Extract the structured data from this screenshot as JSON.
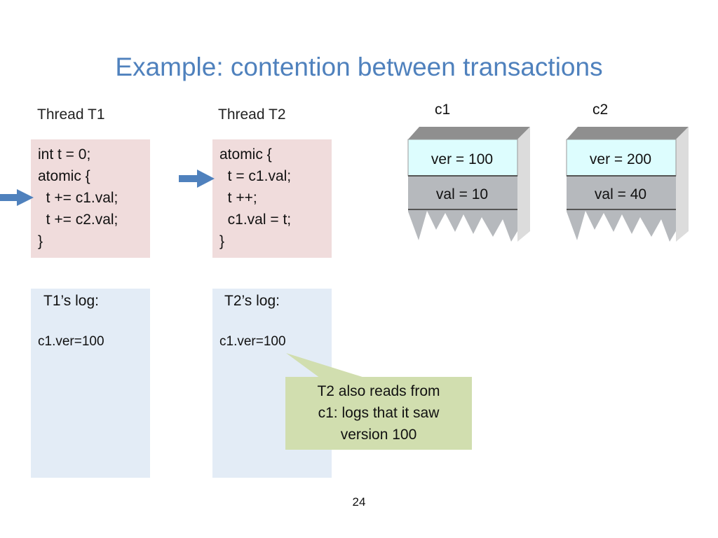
{
  "title": "Example: contention between transactions",
  "threads": [
    {
      "label": "Thread T1",
      "code": [
        "int t = 0;",
        "atomic {",
        "  t += c1.val;",
        "  t += c2.val;",
        "}"
      ],
      "log_title": "T1’s log:",
      "log_entries": [
        "c1.ver=100"
      ]
    },
    {
      "label": "Thread T2",
      "code": [
        "atomic {",
        "  t = c1.val;",
        "  t ++;",
        "  c1.val = t;",
        "}"
      ],
      "log_title": "T2’s log:",
      "log_entries": [
        "c1.ver=100"
      ]
    }
  ],
  "cells": [
    {
      "label": "c1",
      "ver": "ver = 100",
      "val": "val = 10"
    },
    {
      "label": "c2",
      "ver": "ver = 200",
      "val": "val = 40"
    }
  ],
  "callout": {
    "lines": [
      "T2 also reads from",
      "c1: logs that it saw",
      "version 100"
    ]
  },
  "page_number": "24",
  "colors": {
    "title": "#4f81bd",
    "arrow": "#4f81bd",
    "code_bg": "#f0dcdc",
    "log_bg": "#e3ecf6",
    "ver_bg": "#ddfdfe",
    "val_bg": "#b6b9bd",
    "callout_bg": "#d1deaf"
  }
}
